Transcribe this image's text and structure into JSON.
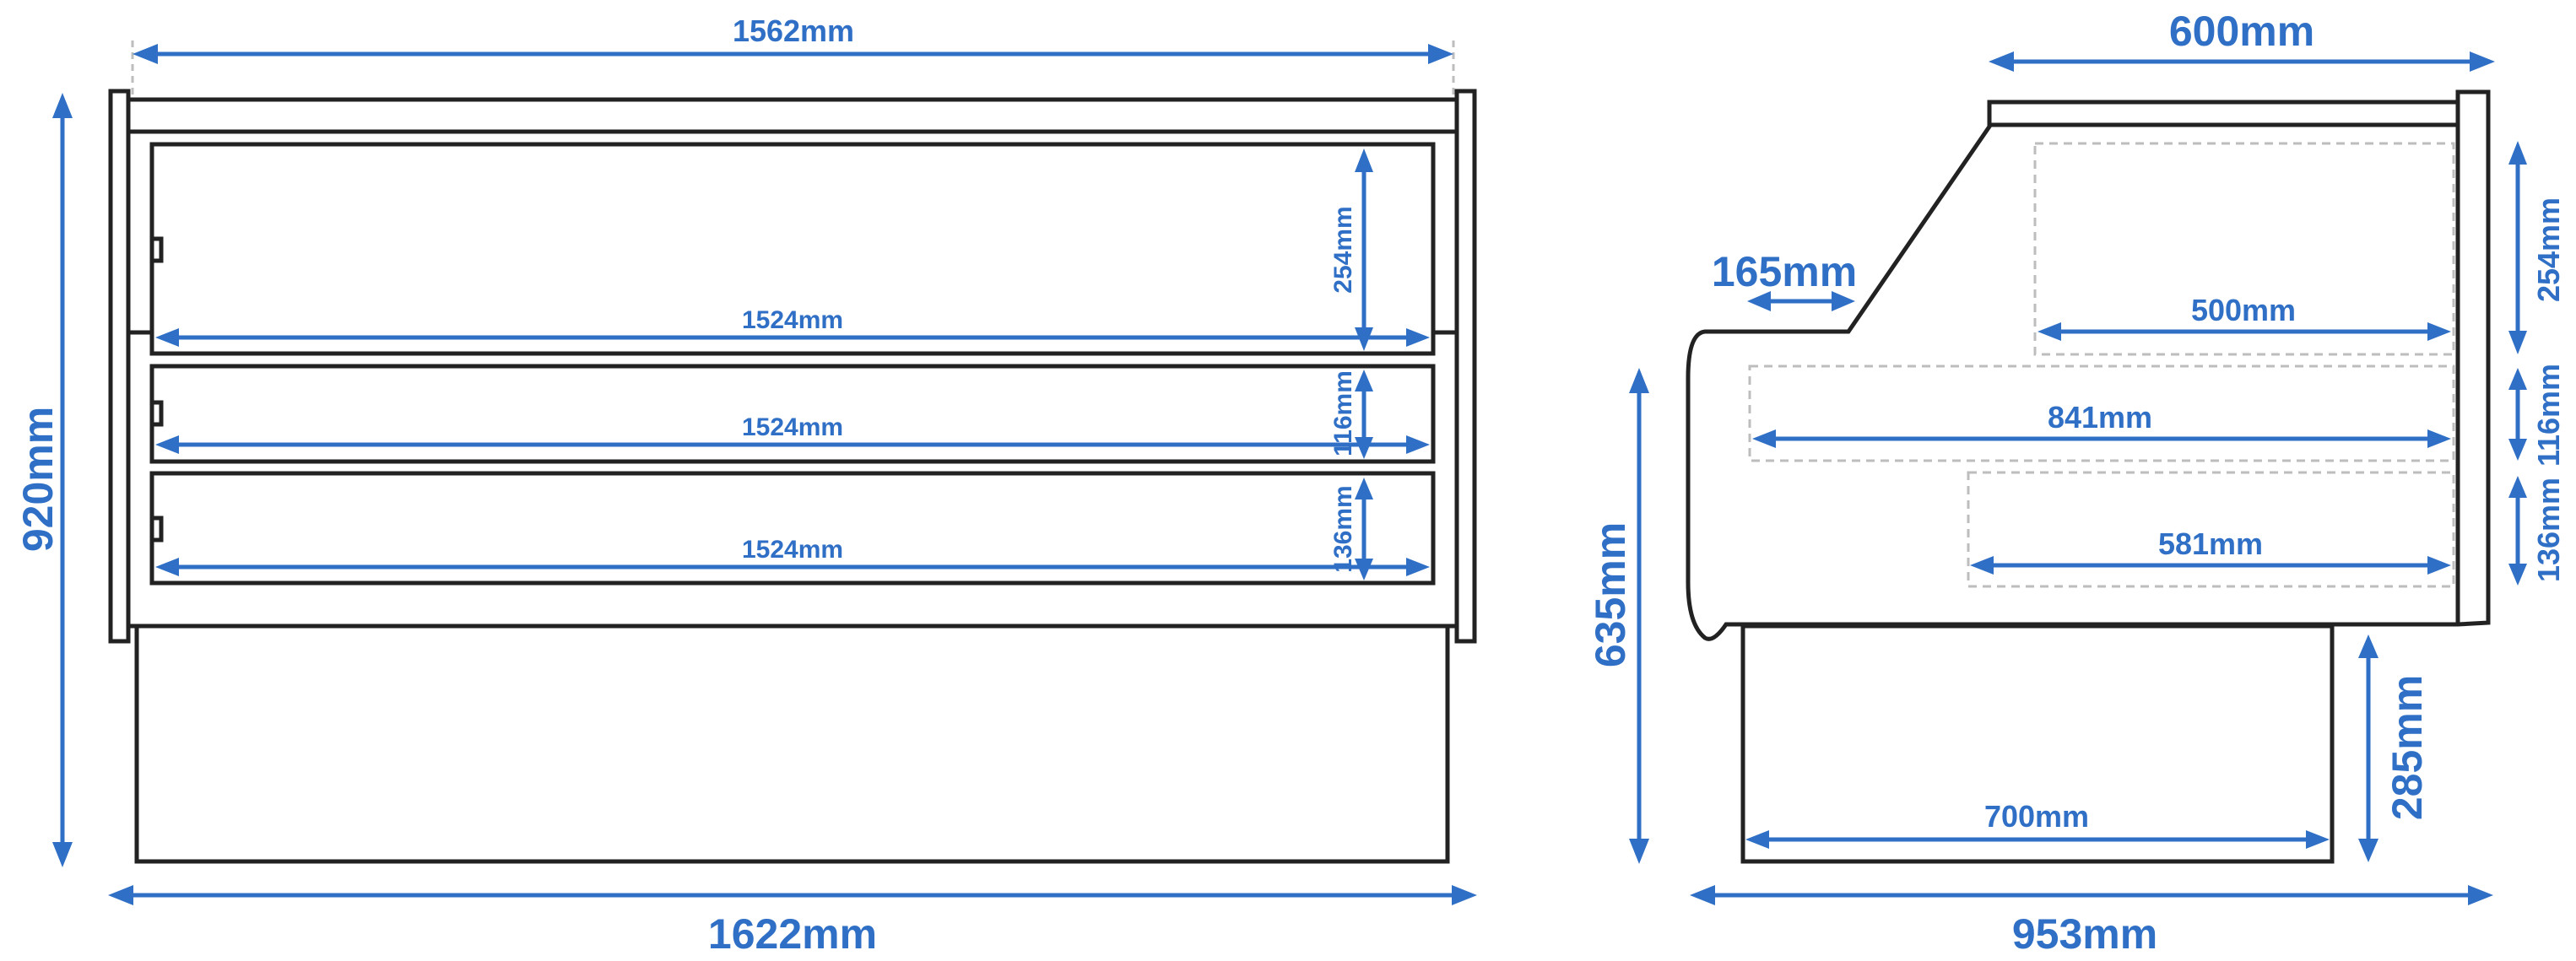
{
  "front_view": {
    "overall_width_top": "1562mm",
    "overall_height": "920mm",
    "overall_width_bottom": "1622mm",
    "shelves": [
      {
        "width": "1524mm",
        "height": "254mm"
      },
      {
        "width": "1524mm",
        "height": "116mm"
      },
      {
        "width": "1524mm",
        "height": "136mm"
      }
    ]
  },
  "side_view": {
    "top_depth": "600mm",
    "front_slope": "165mm",
    "upper_shelf_depth": "500mm",
    "middle_shelf_depth": "841mm",
    "lower_shelf_depth": "581mm",
    "counter_height": "635mm",
    "base_height": "285mm",
    "base_depth": "700mm",
    "overall_depth": "953mm",
    "shelf_heights": [
      "254mm",
      "116mm",
      "136mm"
    ]
  },
  "colors": {
    "dimension": "#2f6fc5",
    "outline": "#222222",
    "hidden": "#bdbdbd"
  }
}
